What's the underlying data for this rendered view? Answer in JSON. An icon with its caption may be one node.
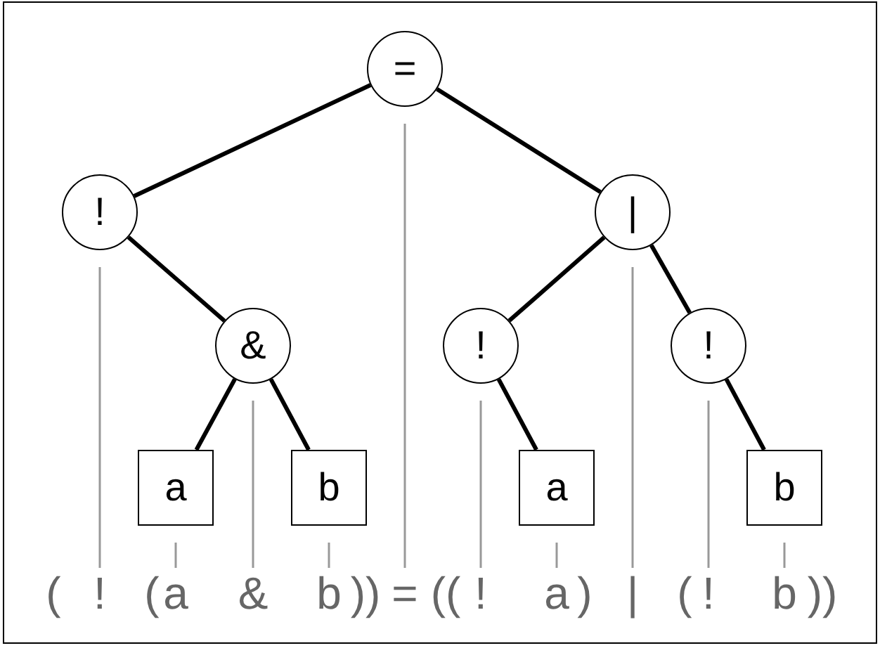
{
  "diagram": {
    "nodes": [
      {
        "text": [
          "="
        ]
      },
      {
        "text": [
          "!"
        ]
      },
      {
        "text": [
          "|"
        ]
      },
      {
        "text": [
          "&"
        ]
      },
      {
        "text": [
          "!"
        ]
      },
      {
        "text": [
          "!"
        ]
      },
      {
        "text": [
          "a"
        ]
      },
      {
        "text": [
          "b"
        ]
      },
      {
        "text": [
          "a"
        ]
      },
      {
        "text": [
          "b"
        ]
      },
      {
        "text": [
          "!"
        ]
      },
      {
        "text": [
          "a"
        ]
      },
      {
        "text": [
          "&"
        ]
      },
      {
        "text": [
          "b"
        ]
      },
      {
        "text": [
          "="
        ]
      },
      {
        "text": [
          "!"
        ]
      },
      {
        "text": [
          "a"
        ]
      },
      {
        "text": [
          "|"
        ]
      },
      {
        "text": [
          "!"
        ]
      },
      {
        "text": [
          "b"
        ]
      }
    ],
    "edges": [
      {
        "from": 0,
        "to": 1,
        "arrow": "none",
        "style": "thick",
        "color": "#000000"
      },
      {
        "from": 0,
        "to": 2,
        "arrow": "none",
        "style": "thick",
        "color": "#000000"
      },
      {
        "from": 1,
        "to": 3,
        "arrow": "none",
        "style": "thick",
        "color": "#000000"
      },
      {
        "from": 3,
        "to": 6,
        "arrow": "none",
        "style": "thick",
        "color": "#000000"
      },
      {
        "from": 3,
        "to": 7,
        "arrow": "none",
        "style": "thick",
        "color": "#000000"
      },
      {
        "from": 2,
        "to": 4,
        "arrow": "none",
        "style": "thick",
        "color": "#000000"
      },
      {
        "from": 2,
        "to": 5,
        "arrow": "none",
        "style": "thick",
        "color": "#000000"
      },
      {
        "from": 4,
        "to": 8,
        "arrow": "none",
        "style": "thick",
        "color": "#000000"
      },
      {
        "from": 5,
        "to": 9,
        "arrow": "none",
        "style": "thick",
        "color": "#000000"
      },
      {
        "from": 1,
        "to": 10,
        "arrow": "none"
      },
      {
        "from": 6,
        "to": 11,
        "arrow": "none"
      },
      {
        "from": 3,
        "to": 12,
        "arrow": "none"
      },
      {
        "from": 7,
        "to": 13,
        "arrow": "none"
      },
      {
        "from": 0,
        "to": 14,
        "arrow": "none"
      },
      {
        "from": 4,
        "to": 15,
        "arrow": "none"
      },
      {
        "from": 8,
        "to": 16,
        "arrow": "none"
      },
      {
        "from": 2,
        "to": 17,
        "arrow": "none"
      },
      {
        "from": 5,
        "to": 18,
        "arrow": "none"
      },
      {
        "from": 9,
        "to": 19,
        "arrow": "none"
      }
    ],
    "labels": [
      "(",
      "(",
      "))",
      "((",
      ")",
      "(",
      "))"
    ]
  }
}
